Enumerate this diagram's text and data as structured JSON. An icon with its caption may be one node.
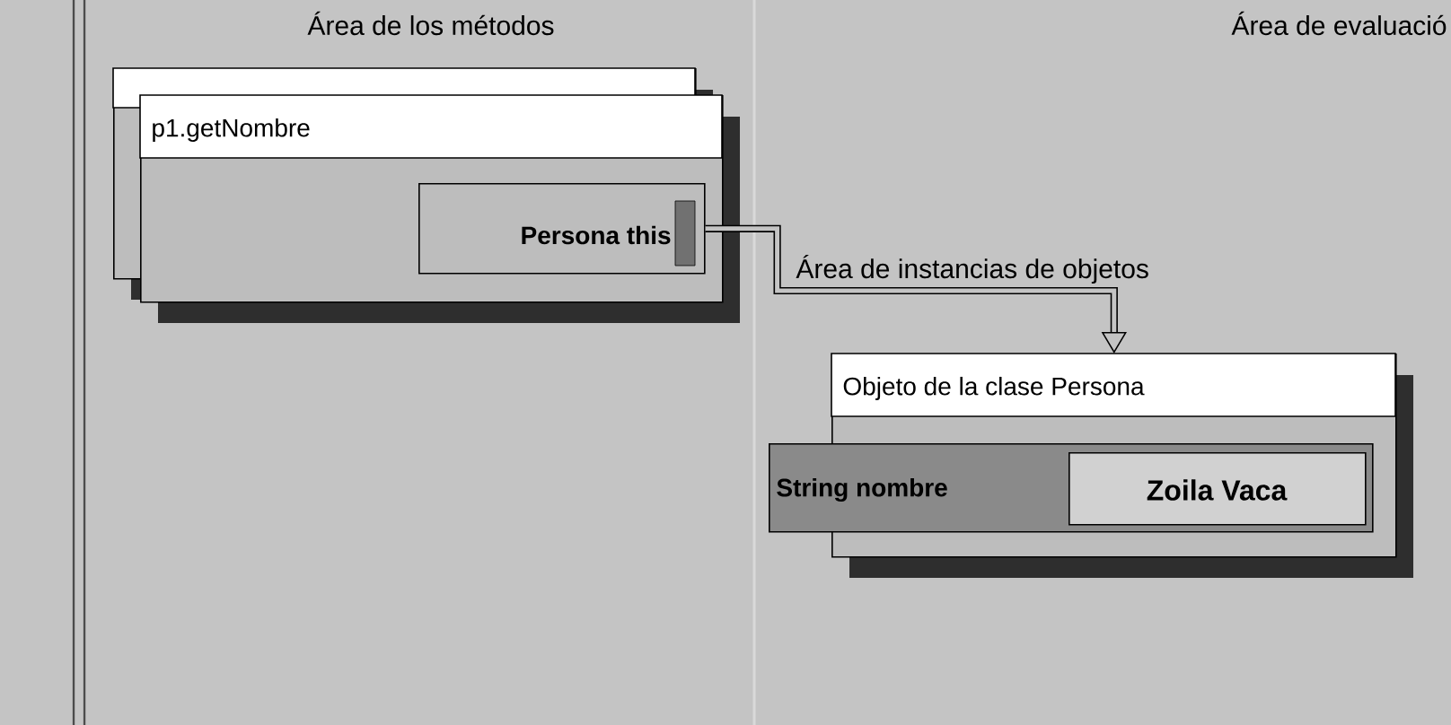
{
  "diagram": {
    "nodes": [
      {
        "text": [],
        "shape": "box"
      },
      {
        "text": [
          "p1.getNombre"
        ]
      },
      {
        "text": [
          "Persona this"
        ],
        "in": 1
      },
      {
        "text": [
          "Objeto de la clase Persona"
        ]
      },
      {
        "text": [
          "String nombre"
        ],
        "in": 3
      },
      {
        "text": [
          "Zoila Vaca"
        ],
        "in": 4
      }
    ],
    "edges": [
      {
        "from": 2,
        "to": 3,
        "arrow": "to"
      }
    ],
    "labels": [
      "Área de los métodos",
      "Área de evaluació",
      "Área de instancias de objetos"
    ]
  }
}
